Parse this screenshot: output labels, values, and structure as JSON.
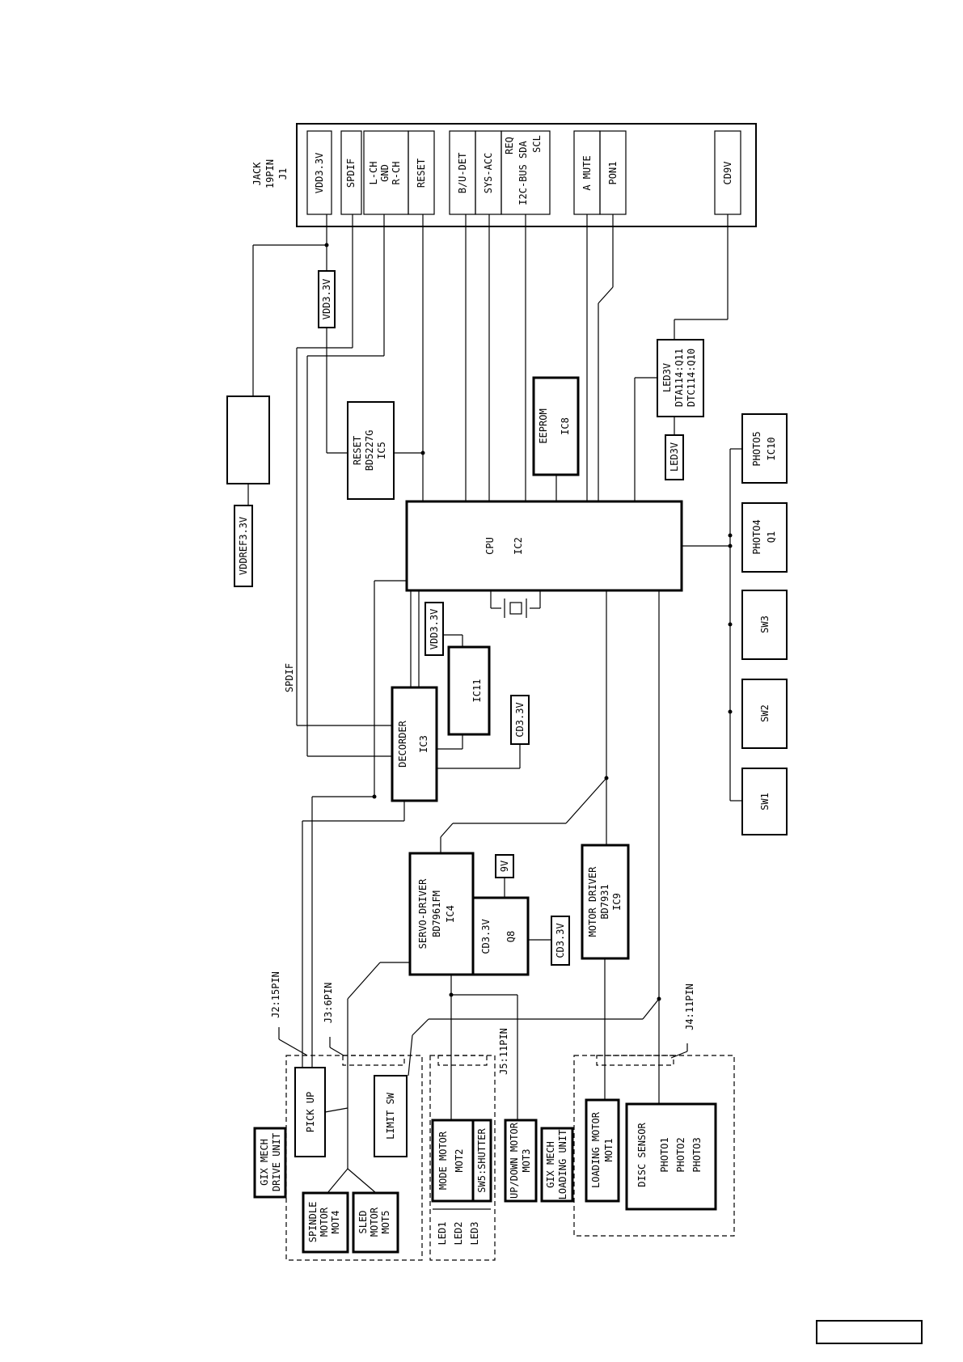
{
  "labels": {
    "jack": [
      "JACK",
      "19PIN",
      "J1"
    ],
    "jack_pins": {
      "vdd33": "VDD3.3V",
      "spdif": "SPDIF",
      "lch": [
        "L-CH",
        "GND",
        "R-CH"
      ],
      "reset": "RESET",
      "budet": "B/U-DET",
      "sysacc": "SYS-ACC",
      "i2c": [
        "REQ",
        "I2C-BUS SDA",
        "SCL"
      ],
      "amute": "A MUTE",
      "pon1": "PON1",
      "cd9v": "CD9V"
    },
    "vdd33_tag": "VDD3.3V",
    "vddref_tag": "VDDREF3.3V",
    "reset_ic": [
      "RESET",
      "BD5227G",
      "IC5"
    ],
    "eeprom": [
      "EEPROM",
      "IC8"
    ],
    "led3v_block": [
      "LED3V",
      "DTA114:Q11",
      "DTC114:Q10"
    ],
    "led3v_tag": "LED3V",
    "cpu": [
      "CPU",
      "IC2"
    ],
    "ic11": "IC11",
    "vdd33_tag2": "VDD3.3V",
    "cd33_tag": "CD3.3V",
    "decoder": [
      "DECORDER",
      "IC3"
    ],
    "spdif_wire": "SPDIF",
    "photo5": [
      "PHOTO5",
      "IC10"
    ],
    "photo4": [
      "PHOTO4",
      "Q1"
    ],
    "sw3": "SW3",
    "sw2": "SW2",
    "sw1": "SW1",
    "servo": [
      "SERVO-DRIVER",
      "BD7961FM",
      "IC4"
    ],
    "q8": [
      "CD3.3V",
      "Q8"
    ],
    "nine_v_tag": "9V",
    "cd33_tag2": "CD3.3V",
    "motor_driver": [
      "MOTOR DRIVER",
      "BD7931",
      "IC9"
    ],
    "j2": "J2:15PIN",
    "j3": "J3:6PIN",
    "j5": "J5:11PIN",
    "j4": "J4:11PIN",
    "pickup": "PICK UP",
    "limit_sw": "LIMIT SW",
    "spindle": [
      "SPINDLE",
      "MOTOR",
      "MOT4"
    ],
    "sled": [
      "SLED",
      "MOTOR",
      "MOT5"
    ],
    "drive_unit": [
      "GIX  MECH",
      "DRIVE UNIT"
    ],
    "mode_motor": [
      "MODE  MOTOR",
      "MOT2"
    ],
    "sw5": "SW5:SHUTTER",
    "leds": [
      "LED1",
      "LED2",
      "LED3"
    ],
    "updown": [
      "UP/DOWN MOTOR",
      "MOT3"
    ],
    "loading_unit": [
      "GIX  MECH",
      "LOADING UNIT"
    ],
    "loading_motor": [
      "LOADING MOTOR",
      "MOT1"
    ],
    "disc_sensor": [
      "DISC SENSOR",
      "PHOTO1",
      "PHOTO2",
      "PHOTO3"
    ]
  }
}
